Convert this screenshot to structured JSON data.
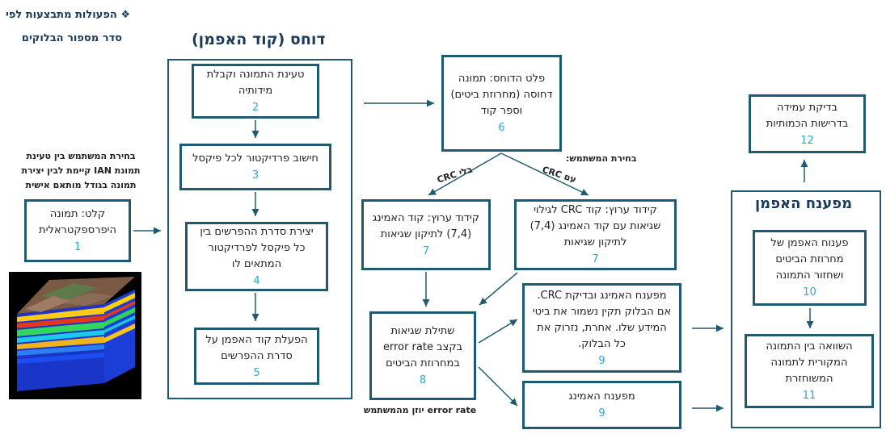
{
  "header": {
    "line1": "הפעולות מתבצעות לפי",
    "bullet": "❖",
    "line2": "סדר מספור הבלוקים"
  },
  "left_note": [
    "בחירת המשתמש בין טעינת",
    "תמונת IAN קיימת לבין יצירת",
    "תמונה בגודל מותאם אישית"
  ],
  "encoder": {
    "title": "דוחס (קוד האפמן)"
  },
  "decoder": {
    "title": "מפענח האפמן"
  },
  "labels": {
    "user_choice": "בחירת המשתמש:",
    "without_crc": "בלי CRC",
    "with_crc": "עם CRC",
    "error_rate": "error rate  יוזן מהמשתמש"
  },
  "blocks": {
    "b1": {
      "text": "קלט: תמונה היפרספקטראלית",
      "num": "1"
    },
    "b2": {
      "text": "טעינת התמונה וקבלת מידותיה",
      "num": "2"
    },
    "b3": {
      "text": "חישוב פרדיקטור לכל פיקסל",
      "num": "3"
    },
    "b4": {
      "text": "יצירת סדרת ההפרשים בין כל פיקסל לפרדיקטור המתאים לו",
      "num": "4"
    },
    "b5": {
      "text": "הפעלת קוד האפמן על סדרת ההפרשים",
      "num": "5"
    },
    "b6": {
      "text": "פלט הדוחס: תמונה דחוסה (מחרוזת ביטים) וספר קוד",
      "num": "6"
    },
    "b7a": {
      "text": "קידוד ערוץ: קוד CRC לגילוי שגיאות עם קוד האמינג (7,4) לתיקון שגיאות",
      "num": "7"
    },
    "b7b": {
      "text": "קידוד ערוץ: קוד האמינג (7,4) לתיקון שגיאות",
      "num": "7"
    },
    "b8": {
      "text": "שתילת שגיאות בקצב error rate במחרוזת הביטים",
      "num": "8"
    },
    "b9a": {
      "text": "מפענח האמינג ובדיקת CRC. אם הבלוק תקין נשמור את ביטי המידע שלו. אחרת, נזרוק את כל הבלוק.",
      "num": "9"
    },
    "b9b": {
      "text": "מפענח האמינג",
      "num": "9"
    },
    "b10": {
      "text": "פענוח האפמן של מחרוזת הביטים ושחזור התמונה",
      "num": "10"
    },
    "b11": {
      "text": "השוואה בין התמונה המקורית לתמונה המשוחזרת",
      "num": "11"
    },
    "b12": {
      "text": "בדיקת עמידה בדרישות הכמותיות",
      "num": "12"
    }
  },
  "colors": {
    "border": "#1f5a70",
    "number": "#2aa6d8",
    "title": "#1a3a5c"
  }
}
